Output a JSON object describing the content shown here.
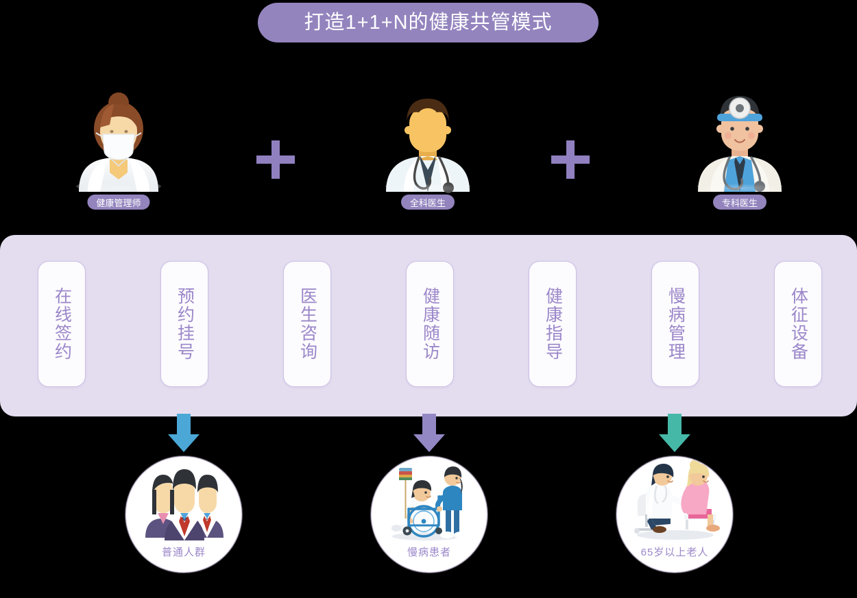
{
  "title": {
    "text": "打造1+1+N的健康共管模式",
    "pill_color": "#9384BE",
    "text_color": "#FFFFFF"
  },
  "roles": {
    "operator": "+",
    "items": [
      {
        "label": "健康管理师",
        "icon": "female-health-manager-avatar-icon"
      },
      {
        "label": "全科医生",
        "icon": "male-general-practitioner-avatar-icon"
      },
      {
        "label": "专科医生",
        "icon": "male-specialist-doctor-avatar-icon"
      }
    ]
  },
  "services": {
    "band_color": "#E4DDF0",
    "card_color": "#FCFBFE",
    "card_border": "#CDBFE4",
    "text_color": "#9B87C9",
    "items": [
      {
        "label": "在线签约"
      },
      {
        "label": "预约挂号"
      },
      {
        "label": "医生咨询"
      },
      {
        "label": "健康随访"
      },
      {
        "label": "健康指导"
      },
      {
        "label": "慢病管理"
      },
      {
        "label": "体征设备"
      }
    ]
  },
  "arrows": [
    {
      "color": "#4BA8D6",
      "icon": "arrow-down-icon"
    },
    {
      "color": "#9388C4",
      "icon": "arrow-down-icon"
    },
    {
      "color": "#46B8A8",
      "icon": "arrow-down-icon"
    }
  ],
  "targets": {
    "text_color": "#9B87C9",
    "items": [
      {
        "label": "普通人群",
        "icon": "group-of-people-icon"
      },
      {
        "label": "慢病患者",
        "icon": "wheelchair-patient-with-nurse-icon"
      },
      {
        "label": "65岁以上老人",
        "icon": "doctor-examining-elderly-woman-icon"
      }
    ]
  }
}
